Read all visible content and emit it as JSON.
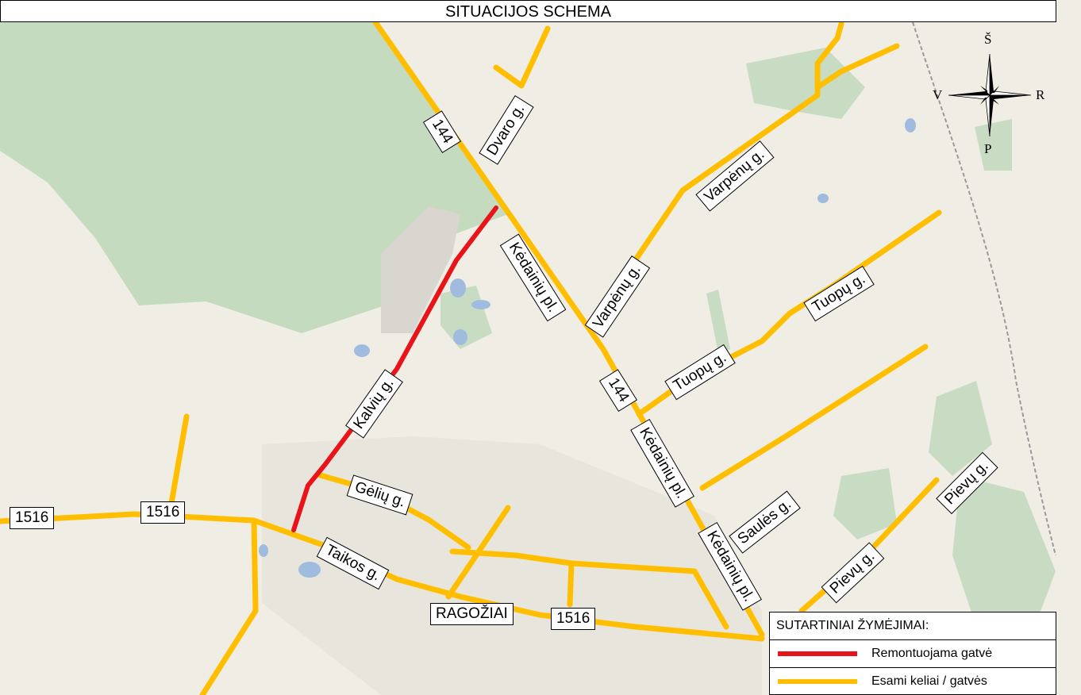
{
  "title": "SITUACIJOS SCHEMA",
  "compass": {
    "north": "Š",
    "south": "P",
    "east": "R",
    "west": "V"
  },
  "colors": {
    "road": "#ffbf00",
    "repair_road": "#e8141a",
    "forest": "#c5dbc0",
    "water": "#9fbcdf",
    "background": "#efede4"
  },
  "road_labels": [
    {
      "id": "r-144-top",
      "text": "144"
    },
    {
      "id": "r-dvaro",
      "text": "Dvaro g."
    },
    {
      "id": "r-varpenu-1",
      "text": "Varpėnų g."
    },
    {
      "id": "r-varpenu-2",
      "text": "Varpėnų g."
    },
    {
      "id": "r-kedainiu-1",
      "text": "Kėdainių pl."
    },
    {
      "id": "r-tuopu-1",
      "text": "Tuopų g."
    },
    {
      "id": "r-tuopu-2",
      "text": "Tuopų g."
    },
    {
      "id": "r-144-mid",
      "text": "144"
    },
    {
      "id": "r-kalviu",
      "text": "Kalvių g."
    },
    {
      "id": "r-kedainiu-2",
      "text": "Kėdainių pl."
    },
    {
      "id": "r-geliu",
      "text": "Gėlių g."
    },
    {
      "id": "r-1516-a",
      "text": "1516"
    },
    {
      "id": "r-1516-b",
      "text": "1516"
    },
    {
      "id": "r-taikos",
      "text": "Taikos g."
    },
    {
      "id": "r-ragoziai",
      "text": "RAGOŽIAI"
    },
    {
      "id": "r-1516-c",
      "text": "1516"
    },
    {
      "id": "r-kedainiu-3",
      "text": "Kėdainių pl."
    },
    {
      "id": "r-saules",
      "text": "Saulės g."
    },
    {
      "id": "r-pievu-1",
      "text": "Pievų g."
    },
    {
      "id": "r-pievu-2",
      "text": "Pievų g."
    }
  ],
  "legend": {
    "title": "SUTARTINIAI ŽYMĖJIMAI:",
    "items": [
      {
        "label": "Remontuojama gatvė",
        "color": "#e8141a"
      },
      {
        "label": "Esami keliai / gatvės",
        "color": "#ffbf00"
      }
    ]
  }
}
